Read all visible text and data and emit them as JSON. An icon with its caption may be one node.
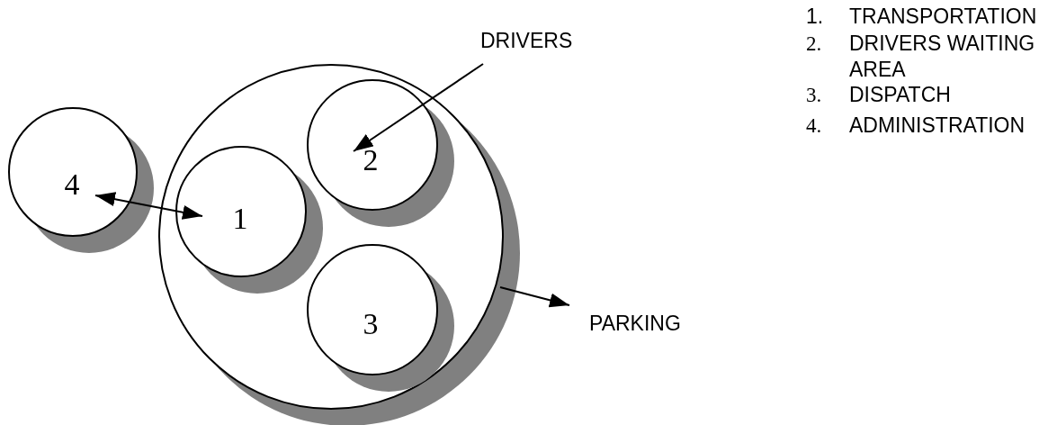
{
  "diagram": {
    "nodes": [
      {
        "text": [],
        "shape": "circle"
      },
      {
        "text": [
          "1"
        ],
        "in": 0
      },
      {
        "text": [
          "2"
        ],
        "in": 0
      },
      {
        "text": [
          "3"
        ],
        "in": 0
      },
      {
        "text": [
          "4"
        ]
      },
      {
        "text": [
          "DRIVERS"
        ]
      },
      {
        "text": [
          "PARKING"
        ]
      }
    ],
    "edges": [
      {
        "from": 4,
        "to": 1,
        "arrow": "both"
      },
      {
        "from": 5,
        "to": 2,
        "arrow": "to"
      },
      {
        "from": 0,
        "to": 6,
        "arrow": "to"
      }
    ],
    "labels": [
      "1.",
      "TRANSPORTATION",
      "2.",
      "DRIVERS WAITING AREA",
      "3.",
      "DISPATCH",
      "4.",
      "ADMINISTRATION"
    ]
  }
}
